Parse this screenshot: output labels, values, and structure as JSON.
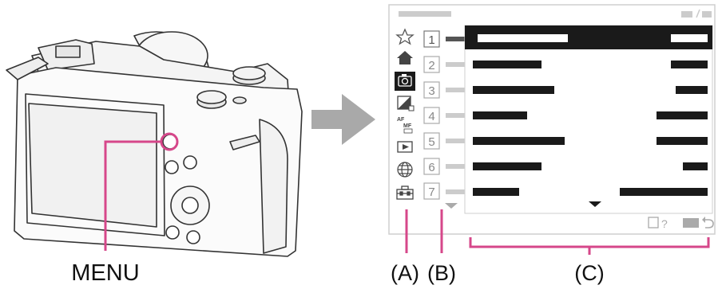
{
  "labels": {
    "menu": "MENU",
    "a": "(A)",
    "b": "(B)",
    "c": "(C)"
  },
  "menu_screen": {
    "sidebar_icons": [
      "star-icon",
      "home-icon",
      "camera-icon",
      "exposure-icon",
      "af-mf-icon",
      "playback-icon",
      "globe-icon",
      "toolbox-icon"
    ],
    "page_numbers": [
      "1",
      "2",
      "3",
      "4",
      "5",
      "6",
      "7"
    ],
    "selected_sidebar_index": 2,
    "selected_row_index": 0
  },
  "colors": {
    "callout": "#d6478a",
    "arrow": "#a9a9a9",
    "screen_border": "#cfcfcf",
    "text_dark": "#1a1a1a"
  }
}
